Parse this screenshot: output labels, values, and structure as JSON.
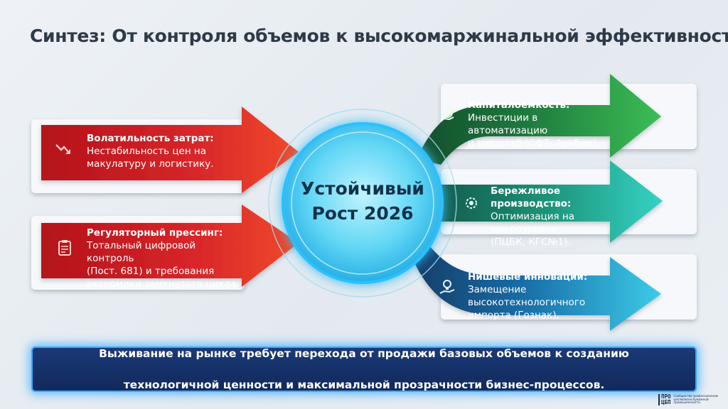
{
  "title": "Синтез: От контроля объемов к высокомаржинальной эффективности",
  "center": {
    "line1": "Устойчивый",
    "line2": "Рост 2026"
  },
  "left_panels": [
    {
      "heading": "Волатильность затрат:",
      "lines": [
        "Нестабильность цен на",
        "макулатуру и логистику."
      ],
      "icon": "trend-down-icon",
      "color": "#e5382f"
    },
    {
      "heading": "Регуляторный прессинг:",
      "lines": [
        "Тотальный цифровой контроль",
        "(Пост. 681) и требования",
        "экономики замкнутого цикла."
      ],
      "icon": "clipboard-icon",
      "color": "#e5382f"
    }
  ],
  "right_panels": [
    {
      "heading": "Капиталоемкость:",
      "lines": [
        "Инвестиции в автоматизацию",
        "и масштаб (СФТ, Архбум)."
      ],
      "icon": "coin-hand-icon",
      "color": "#2e9a4f"
    },
    {
      "heading": "Бережливое производство:",
      "lines": [
        "Оптимизация на микроуровне",
        "(ПЦБК, КГС№1)."
      ],
      "icon": "gear-leaf-icon",
      "color": "#1fa79e"
    },
    {
      "heading": "Нишевые инновации:",
      "lines": [
        "Замещение высокотехнологичного",
        "импорта (Гознак)."
      ],
      "icon": "lightbulb-hand-icon",
      "color": "#1d8fc9"
    }
  ],
  "bottom": {
    "line1": "Выживание на рынке требует перехода от продажи базовых объемов к созданию",
    "line2": "технологичной ценности и максимальной прозрачности бизнес-процессов."
  },
  "logo": {
    "line1": "ПРО",
    "line2": "ЦБП",
    "caption1": "Сообщество профессионалов",
    "caption2": "целлюлозно-бумажной",
    "caption3": "промышленности"
  }
}
